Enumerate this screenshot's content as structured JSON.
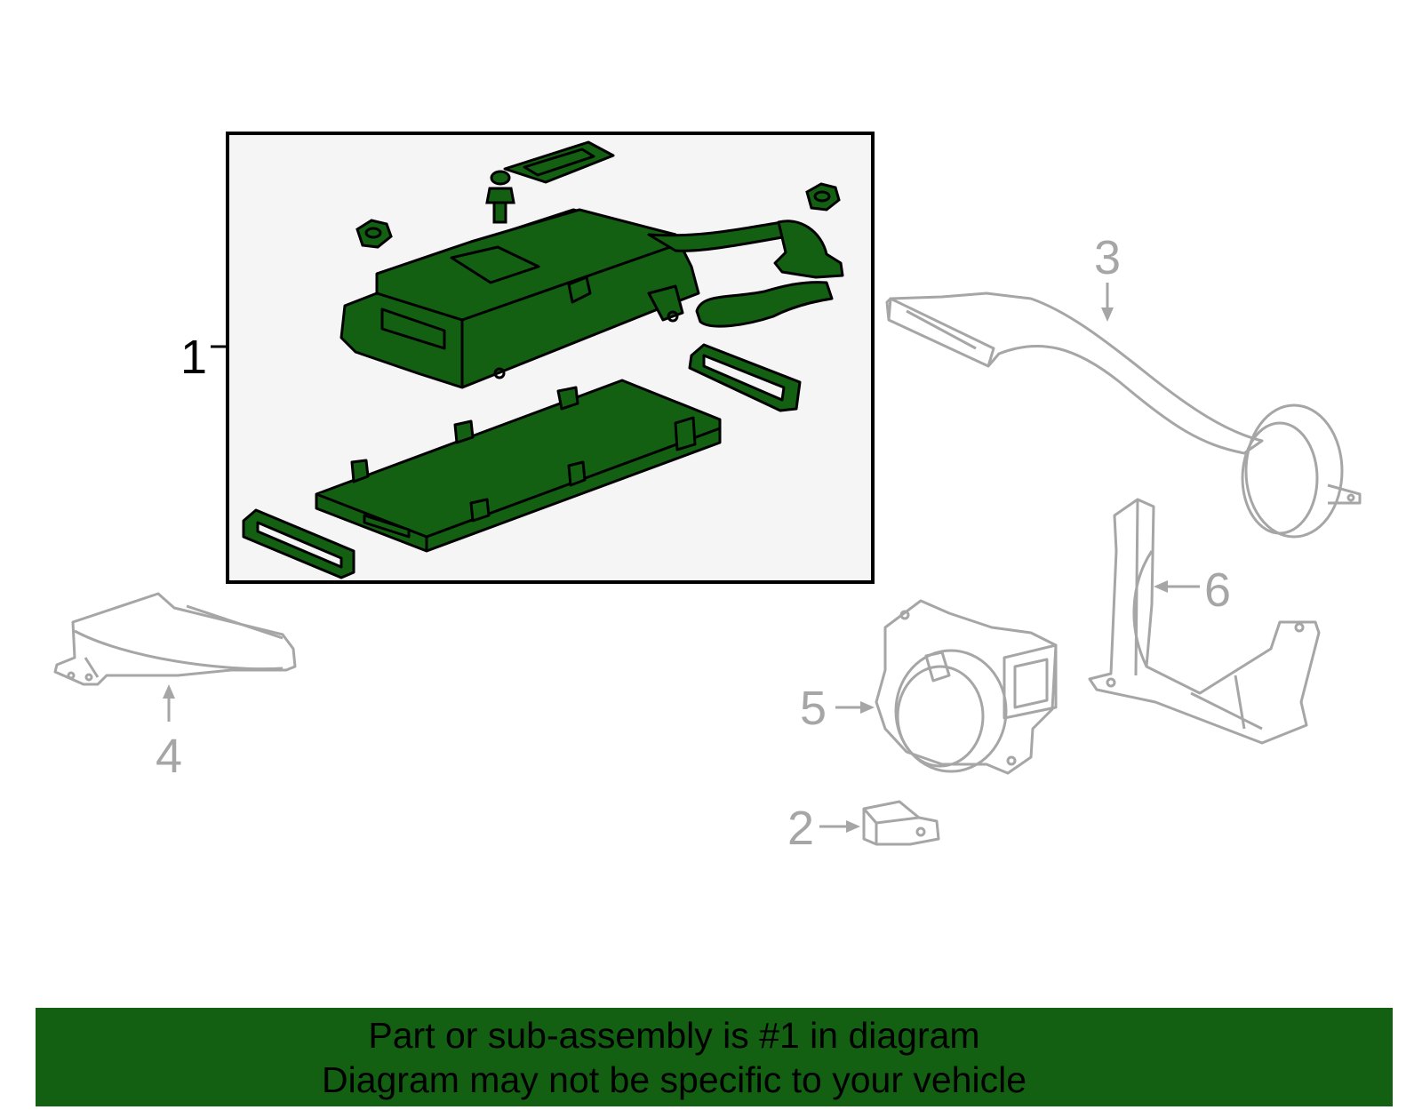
{
  "colors": {
    "highlight": "#136012",
    "highlight_outline": "#000000",
    "inactive_part": "#a6a6a6",
    "box_fill": "#f5f5f5",
    "footer_bg": "#136012"
  },
  "callouts": {
    "c1": "1",
    "c2": "2",
    "c3": "3",
    "c4": "4",
    "c5": "5",
    "c6": "6"
  },
  "footer": {
    "line1": "Part or sub-assembly is #1 in diagram",
    "line2": "Diagram may not be specific to your vehicle"
  }
}
